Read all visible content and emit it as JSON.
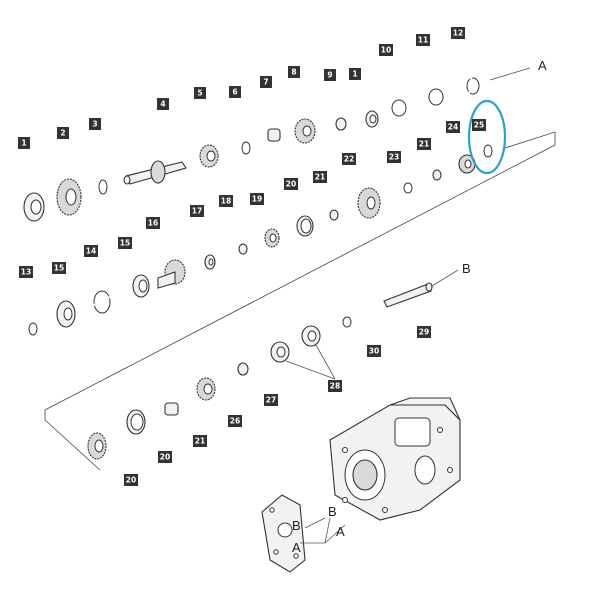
{
  "labels": {
    "p1a": "1",
    "p2": "2",
    "p3": "3",
    "p4": "4",
    "p5": "5",
    "p6": "6",
    "p7": "7",
    "p8": "8",
    "p9": "9",
    "p1b": "1",
    "p10": "10",
    "p11": "11",
    "p12": "12",
    "p24": "24",
    "p25": "25",
    "p21a": "21",
    "p23": "23",
    "p22": "22",
    "p21b": "21",
    "p20a": "20",
    "p19": "19",
    "p18": "18",
    "p17": "17",
    "p16": "16",
    "p15a": "15",
    "p14": "14",
    "p15b": "15",
    "p13": "13",
    "p29": "29",
    "p30": "30",
    "p28": "28",
    "p27": "27",
    "p26": "26",
    "p21c": "21",
    "p20b": "20",
    "p20c": "20"
  },
  "references": {
    "a_top": "A",
    "b_right": "B",
    "b_housing": "B",
    "a_housing": "A",
    "b_cover": "B",
    "a_cover": "A"
  },
  "colors": {
    "highlight": "#2a9fd0",
    "tag": "#333333"
  }
}
